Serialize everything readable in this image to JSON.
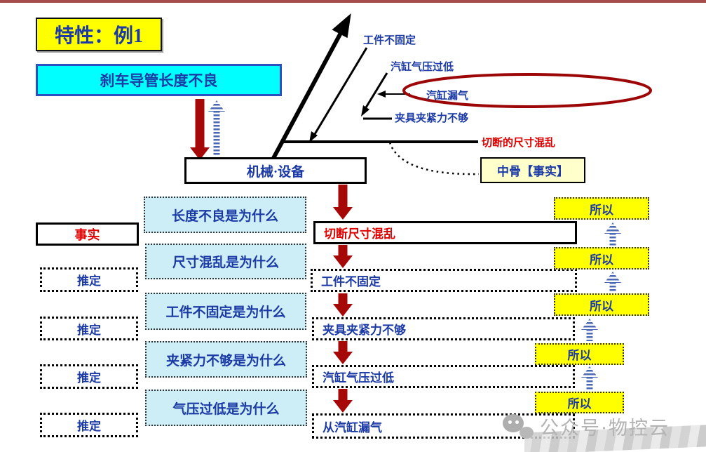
{
  "header": {
    "title": "特性：例1"
  },
  "effect_box": {
    "label": "刹车导管长度不良"
  },
  "fishbone": {
    "category_label": "机械·设备",
    "midbone_tag": "中骨【事实】",
    "bones": {
      "workpiece": "工件不固定",
      "air_pressure": "汽缸气压过低",
      "air_leak": "汽缸漏气",
      "clamp": "夹具夹紧力不够",
      "cut_size": "切断的尺寸混乱"
    }
  },
  "why_analysis": {
    "fact_label": "事实",
    "surmise_label": "推定",
    "so_label": "所以",
    "questions": [
      "长度不良是为什么",
      "尺寸混乱是为什么",
      "工件不固定是为什么",
      "夹紧力不够是为什么",
      "气压过低是为什么"
    ],
    "answers": [
      "切断尺寸混乱",
      "工件不固定",
      "夹具夹紧力不够",
      "汽缸气压过低",
      "从汽缸漏气"
    ]
  },
  "watermark": {
    "label": "公众号·物控云"
  },
  "colors": {
    "top_bar": "#a64c4c",
    "arrow_red": "#a60808",
    "ellipse_red": "#9c0606",
    "text_navy": "#1b3aa5",
    "text_red": "#e00000",
    "box_yellow": "#ffff00",
    "box_cyan": "#00ffff",
    "box_light_cyan": "#cdeef7",
    "box_light_yellow": "#ffffcc",
    "arrow_blue": "#4a68b4"
  }
}
